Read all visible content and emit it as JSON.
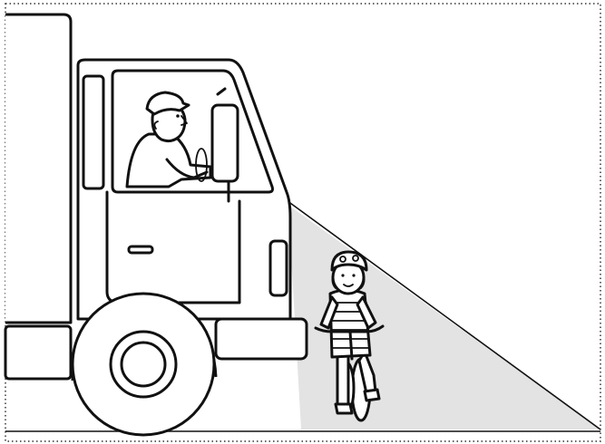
{
  "scene": {
    "subject": "truck-blind-spot-illustration",
    "frame_style": "dotted-border",
    "colors": {
      "ink": "#111111",
      "background": "#ffffff",
      "blind_spot_fill": "#e3e3e3",
      "frame": "#333333"
    },
    "icons": [
      "truck",
      "driver",
      "side-mirror",
      "sight-line",
      "cyclist-child",
      "bicycle",
      "helmet"
    ]
  }
}
